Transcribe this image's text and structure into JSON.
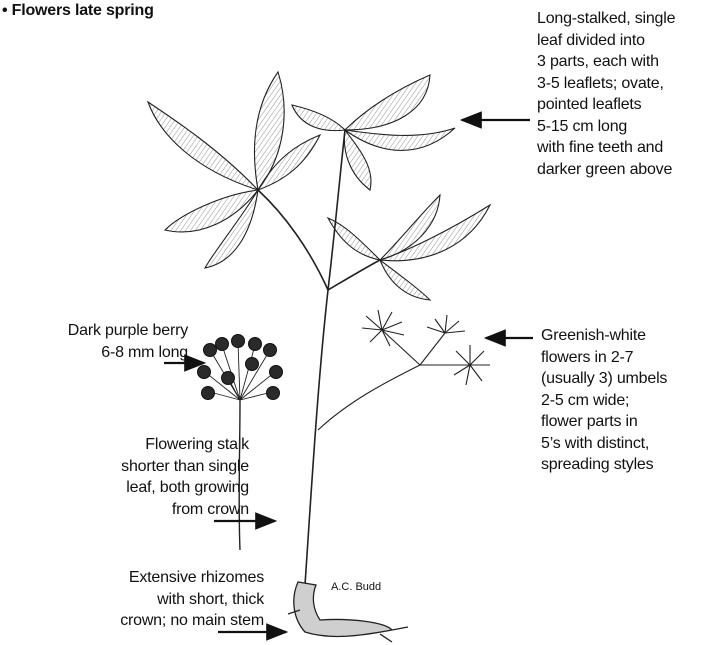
{
  "header": {
    "bullet": "• Flowers late spring"
  },
  "labels": {
    "leaf": "Long-stalked, single\nleaf divided into\n3 parts, each with\n3-5 leaflets; ovate,\npointed leaflets\n5-15 cm long\nwith fine teeth and\ndarker green above",
    "berry": "Dark purple berry\n6-8 mm long",
    "flowers": "Greenish-white\nflowers in 2-7\n(usually 3) umbels\n2-5 cm wide;\nflower parts in\n5’s with distinct,\nspreading styles",
    "stalk": "Flowering stalk\nshorter than single\nleaf, both growing\nfrom crown",
    "rhizome": "Extensive rhizomes\nwith short, thick\ncrown; no main stem"
  },
  "credit": "A.C. Budd"
}
